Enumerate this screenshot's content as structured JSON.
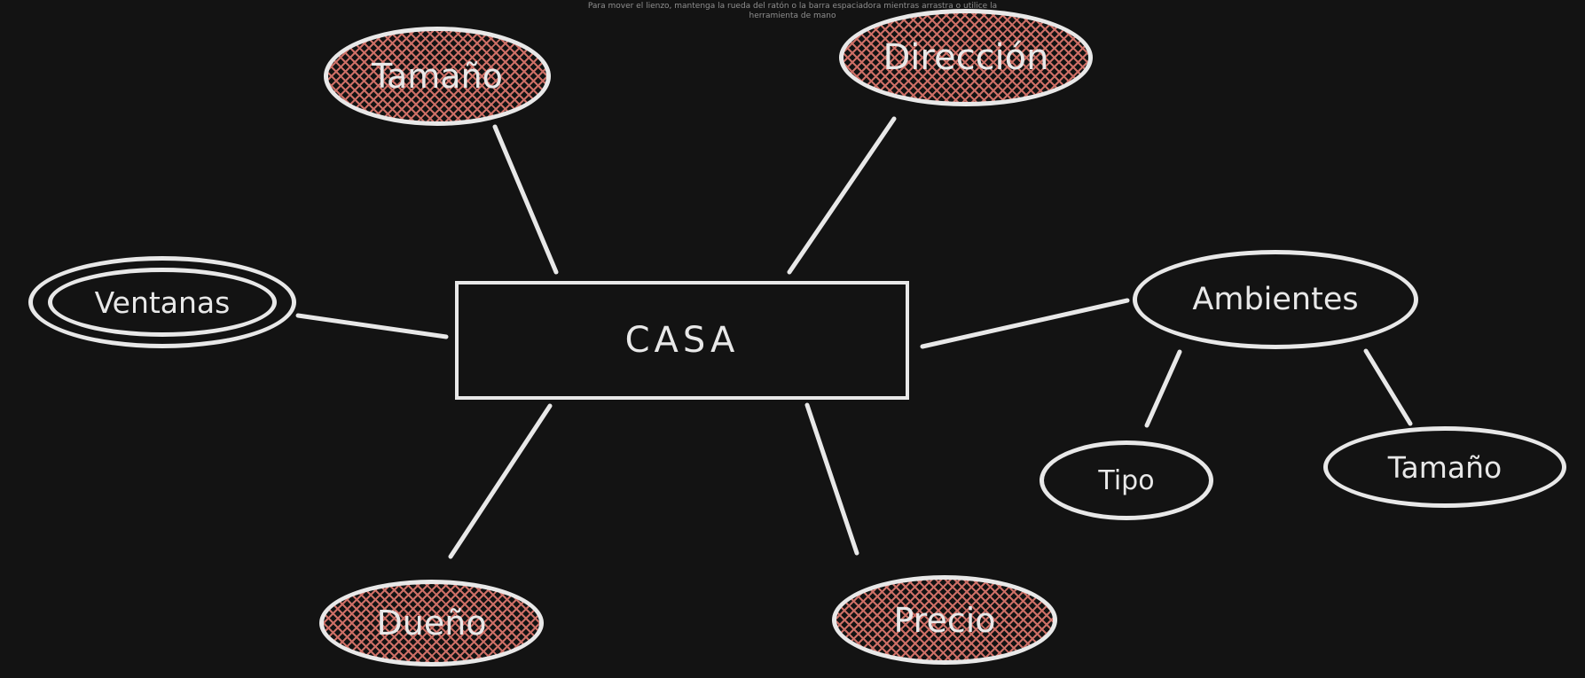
{
  "app": {
    "hint": {
      "line1": "Para mover el lienzo, mantenga la rueda del ratón o la barra espaciadora mientras arrastra o utilice la",
      "line2": "herramienta de mano"
    }
  },
  "colors": {
    "background": "#131313",
    "stroke": "#e8e8e8",
    "crosshatch_fill": "#cd6f66",
    "hint_text": "#8f8f8f"
  },
  "diagram": {
    "type": "mind-map",
    "root": {
      "id": "casa",
      "label": "CASA",
      "shape": "rectangle",
      "fill": "none"
    },
    "nodes": [
      {
        "id": "tamano-casa",
        "label": "Tamaño",
        "shape": "ellipse",
        "fill": "crosshatch"
      },
      {
        "id": "direccion",
        "label": "Dirección",
        "shape": "ellipse",
        "fill": "crosshatch"
      },
      {
        "id": "ventanas",
        "label": "Ventanas",
        "shape": "double-ellipse",
        "fill": "none"
      },
      {
        "id": "ambientes",
        "label": "Ambientes",
        "shape": "ellipse",
        "fill": "none"
      },
      {
        "id": "dueno",
        "label": "Dueño",
        "shape": "ellipse",
        "fill": "crosshatch"
      },
      {
        "id": "precio",
        "label": "Precio",
        "shape": "ellipse",
        "fill": "crosshatch"
      },
      {
        "id": "tipo",
        "label": "Tipo",
        "shape": "ellipse",
        "fill": "none"
      },
      {
        "id": "tamano-ambientes",
        "label": "Tamaño",
        "shape": "ellipse",
        "fill": "none"
      }
    ],
    "edges": [
      {
        "from": "tamano-casa",
        "to": "casa"
      },
      {
        "from": "direccion",
        "to": "casa"
      },
      {
        "from": "ventanas",
        "to": "casa"
      },
      {
        "from": "casa",
        "to": "dueno"
      },
      {
        "from": "casa",
        "to": "precio"
      },
      {
        "from": "casa",
        "to": "ambientes"
      },
      {
        "from": "ambientes",
        "to": "tipo"
      },
      {
        "from": "ambientes",
        "to": "tamano-ambientes"
      }
    ]
  }
}
